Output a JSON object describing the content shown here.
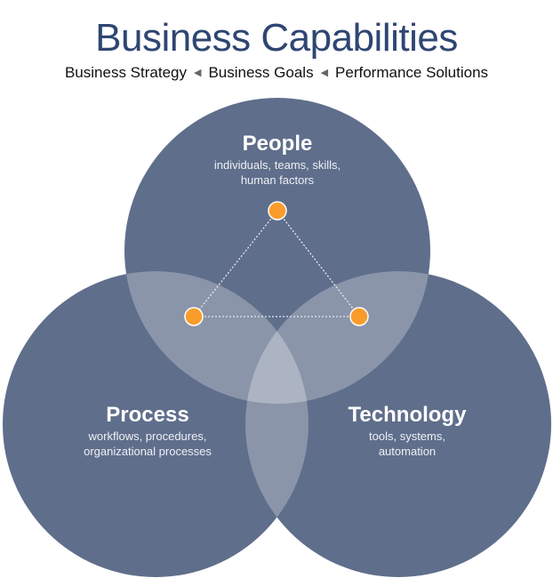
{
  "title": "Business Capabilities",
  "subtitle": {
    "items": [
      "Business Strategy",
      "Business Goals",
      "Performance Solutions"
    ],
    "separator_icon": "triangle-left-icon"
  },
  "circles": {
    "people": {
      "label": "People",
      "desc1": "individuals, teams, skills,",
      "desc2": "human factors"
    },
    "process": {
      "label": "Process",
      "desc1": "workflows, procedures,",
      "desc2": "organizational processes"
    },
    "technology": {
      "label": "Technology",
      "desc1": "tools, systems,",
      "desc2": "automation"
    }
  },
  "colors": {
    "circle": "#5f6e8b",
    "node": "#f99c2b",
    "title": "#2f4672"
  }
}
